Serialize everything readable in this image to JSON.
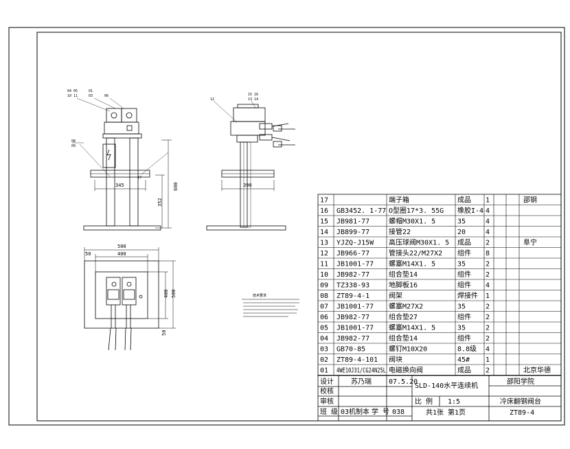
{
  "dimensions": {
    "width_345": "345",
    "height_600": "600",
    "height_352": "352",
    "width_390": "390",
    "width_500": "500",
    "width_400": "400",
    "left_50": "50",
    "h_400": "400",
    "h_500": "500",
    "b_50": "50"
  },
  "bom": {
    "rows": [
      {
        "no": "17",
        "code": "",
        "name": "端子箱",
        "mat": "成品",
        "qty": "1",
        "note": "邵钢"
      },
      {
        "no": "16",
        "code": "GB3452. 1-77",
        "name": "O型圈17*3. 55G",
        "mat": "橡胶I-4",
        "qty": "4",
        "note": ""
      },
      {
        "no": "15",
        "code": "JB981-77",
        "name": "螺帽M30X1. 5",
        "mat": "35",
        "qty": "4",
        "note": ""
      },
      {
        "no": "14",
        "code": "JB899-77",
        "name": "接管22",
        "mat": "20",
        "qty": "4",
        "note": ""
      },
      {
        "no": "13",
        "code": "YJZQ-J15W",
        "name": "高压球阀M30X1. 5",
        "mat": "成品",
        "qty": "2",
        "note": "阜宁"
      },
      {
        "no": "12",
        "code": "JB966-77",
        "name": "管接头22/M27X2",
        "mat": "组件",
        "qty": "8",
        "note": ""
      },
      {
        "no": "11",
        "code": "JB1001-77",
        "name": "螺塞M14X1. 5",
        "mat": "35",
        "qty": "2",
        "note": ""
      },
      {
        "no": "10",
        "code": "JB982-77",
        "name": "组合垫14",
        "mat": "组件",
        "qty": "2",
        "note": ""
      },
      {
        "no": "09",
        "code": "TZ338-93",
        "name": "地脚板16",
        "mat": "组件",
        "qty": "4",
        "note": ""
      },
      {
        "no": "08",
        "code": "ZT89-4-1",
        "name": "阀架",
        "mat": "焊接件",
        "qty": "1",
        "note": ""
      },
      {
        "no": "07",
        "code": "JB1001-77",
        "name": "螺塞M27X2",
        "mat": "35",
        "qty": "2",
        "note": ""
      },
      {
        "no": "06",
        "code": "JB982-77",
        "name": "组合垫27",
        "mat": "组件",
        "qty": "2",
        "note": ""
      },
      {
        "no": "05",
        "code": "JB1001-77",
        "name": "螺塞M14X1. 5",
        "mat": "35",
        "qty": "2",
        "note": ""
      },
      {
        "no": "04",
        "code": "JB982-77",
        "name": "组合垫14",
        "mat": "组件",
        "qty": "2",
        "note": ""
      },
      {
        "no": "03",
        "code": "GB70-85",
        "name": "螺钉M10X20",
        "mat": "8.8级",
        "qty": "4",
        "note": ""
      },
      {
        "no": "02",
        "code": "ZT89-4-101",
        "name": "阀块",
        "mat": "45#",
        "qty": "1",
        "note": ""
      },
      {
        "no": "01",
        "code": "4WE10J31/CG24N25L",
        "name": "电磁换向阀",
        "mat": "成品",
        "qty": "2",
        "note": "北京华德"
      }
    ]
  },
  "title_block": {
    "design_label": "设计",
    "designer": "苏乃瑞",
    "date": "07.5.20",
    "drawing_name": "SLD-140水平连续机",
    "school": "邵阳学院",
    "check_label": "校核",
    "audit_label": "审核",
    "scale_label": "比 例",
    "scale": "1:5",
    "part_name": "冷床翻钢阀台",
    "class_label": "班 级",
    "class_value": "03机制本",
    "number_label": "学 号",
    "number_value": "038",
    "sheets": "共1张 第1页",
    "drawing_no": "ZT89-4"
  },
  "notes_title": "技术要求"
}
